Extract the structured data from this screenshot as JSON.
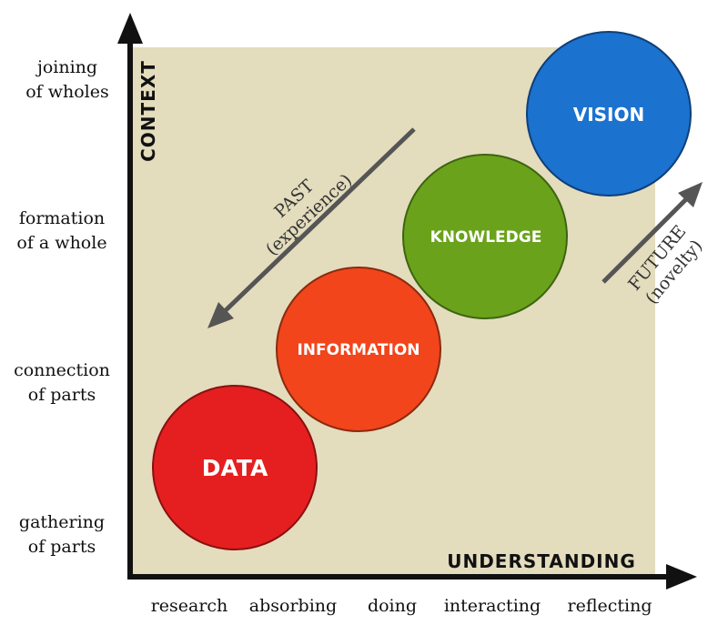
{
  "axes": {
    "y_title": "CONTEXT",
    "x_title": "UNDERSTANDING"
  },
  "y_levels": [
    {
      "line1": "joining",
      "line2": "of wholes"
    },
    {
      "line1": "formation",
      "line2": "of a whole"
    },
    {
      "line1": "connection",
      "line2": "of parts"
    },
    {
      "line1": "gathering",
      "line2": "of parts"
    }
  ],
  "x_levels": [
    "research",
    "absorbing",
    "doing",
    "interacting",
    "reflecting"
  ],
  "stages": [
    {
      "label": "DATA",
      "color": "#e51f1f"
    },
    {
      "label": "INFORMATION",
      "color": "#f2451b"
    },
    {
      "label": "KNOWLEDGE",
      "color": "#6aa31b"
    },
    {
      "label": "VISION",
      "color": "#1b72cf"
    }
  ],
  "arrows": {
    "past": {
      "line1": "PAST",
      "line2": "(experience)"
    },
    "future": {
      "line1": "FUTURE",
      "line2": "(novelty)"
    }
  },
  "colors": {
    "background_panel": "#e3dcbd",
    "axis": "#111111",
    "arrow": "#555555",
    "stage_text": "#ffffff"
  }
}
